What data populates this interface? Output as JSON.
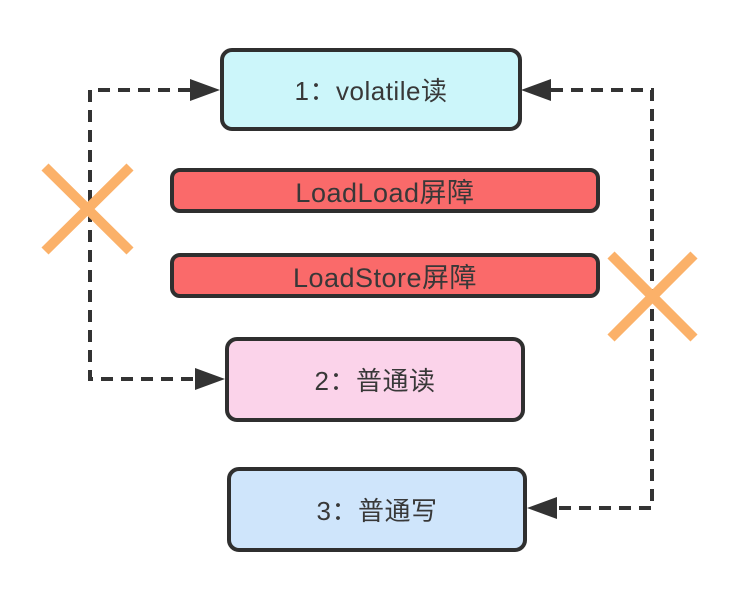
{
  "diagram": {
    "boxes": [
      {
        "id": "volatile-read",
        "label": "1：volatile读",
        "fill": "#ccf6fa"
      },
      {
        "id": "loadload-barrier",
        "label": "LoadLoad屏障",
        "fill": "#fa6a6a"
      },
      {
        "id": "loadstore-barrier",
        "label": "LoadStore屏障",
        "fill": "#fa6a6a"
      },
      {
        "id": "normal-read",
        "label": "2：普通读",
        "fill": "#fbd3ea"
      },
      {
        "id": "normal-write",
        "label": "3：普通写",
        "fill": "#cfe5fb"
      }
    ],
    "connectors": [
      {
        "id": "left-dashed-loop",
        "from": "volatile-read",
        "to": "normal-read",
        "style": "dashed",
        "crossed_out": true
      },
      {
        "id": "right-dashed-loop",
        "from": "volatile-read",
        "to": "normal-write",
        "style": "dashed",
        "crossed_out": true
      }
    ],
    "colors": {
      "background": "#ffffff",
      "node_border": "#2f2f2f",
      "connector": "#333333",
      "cross_mark": "#fbb169",
      "volatile_read_fill": "#ccf6fa",
      "barrier_fill": "#fa6a6a",
      "normal_read_fill": "#fbd3ea",
      "normal_write_fill": "#cfe5fb",
      "label_text": "#383838"
    }
  }
}
